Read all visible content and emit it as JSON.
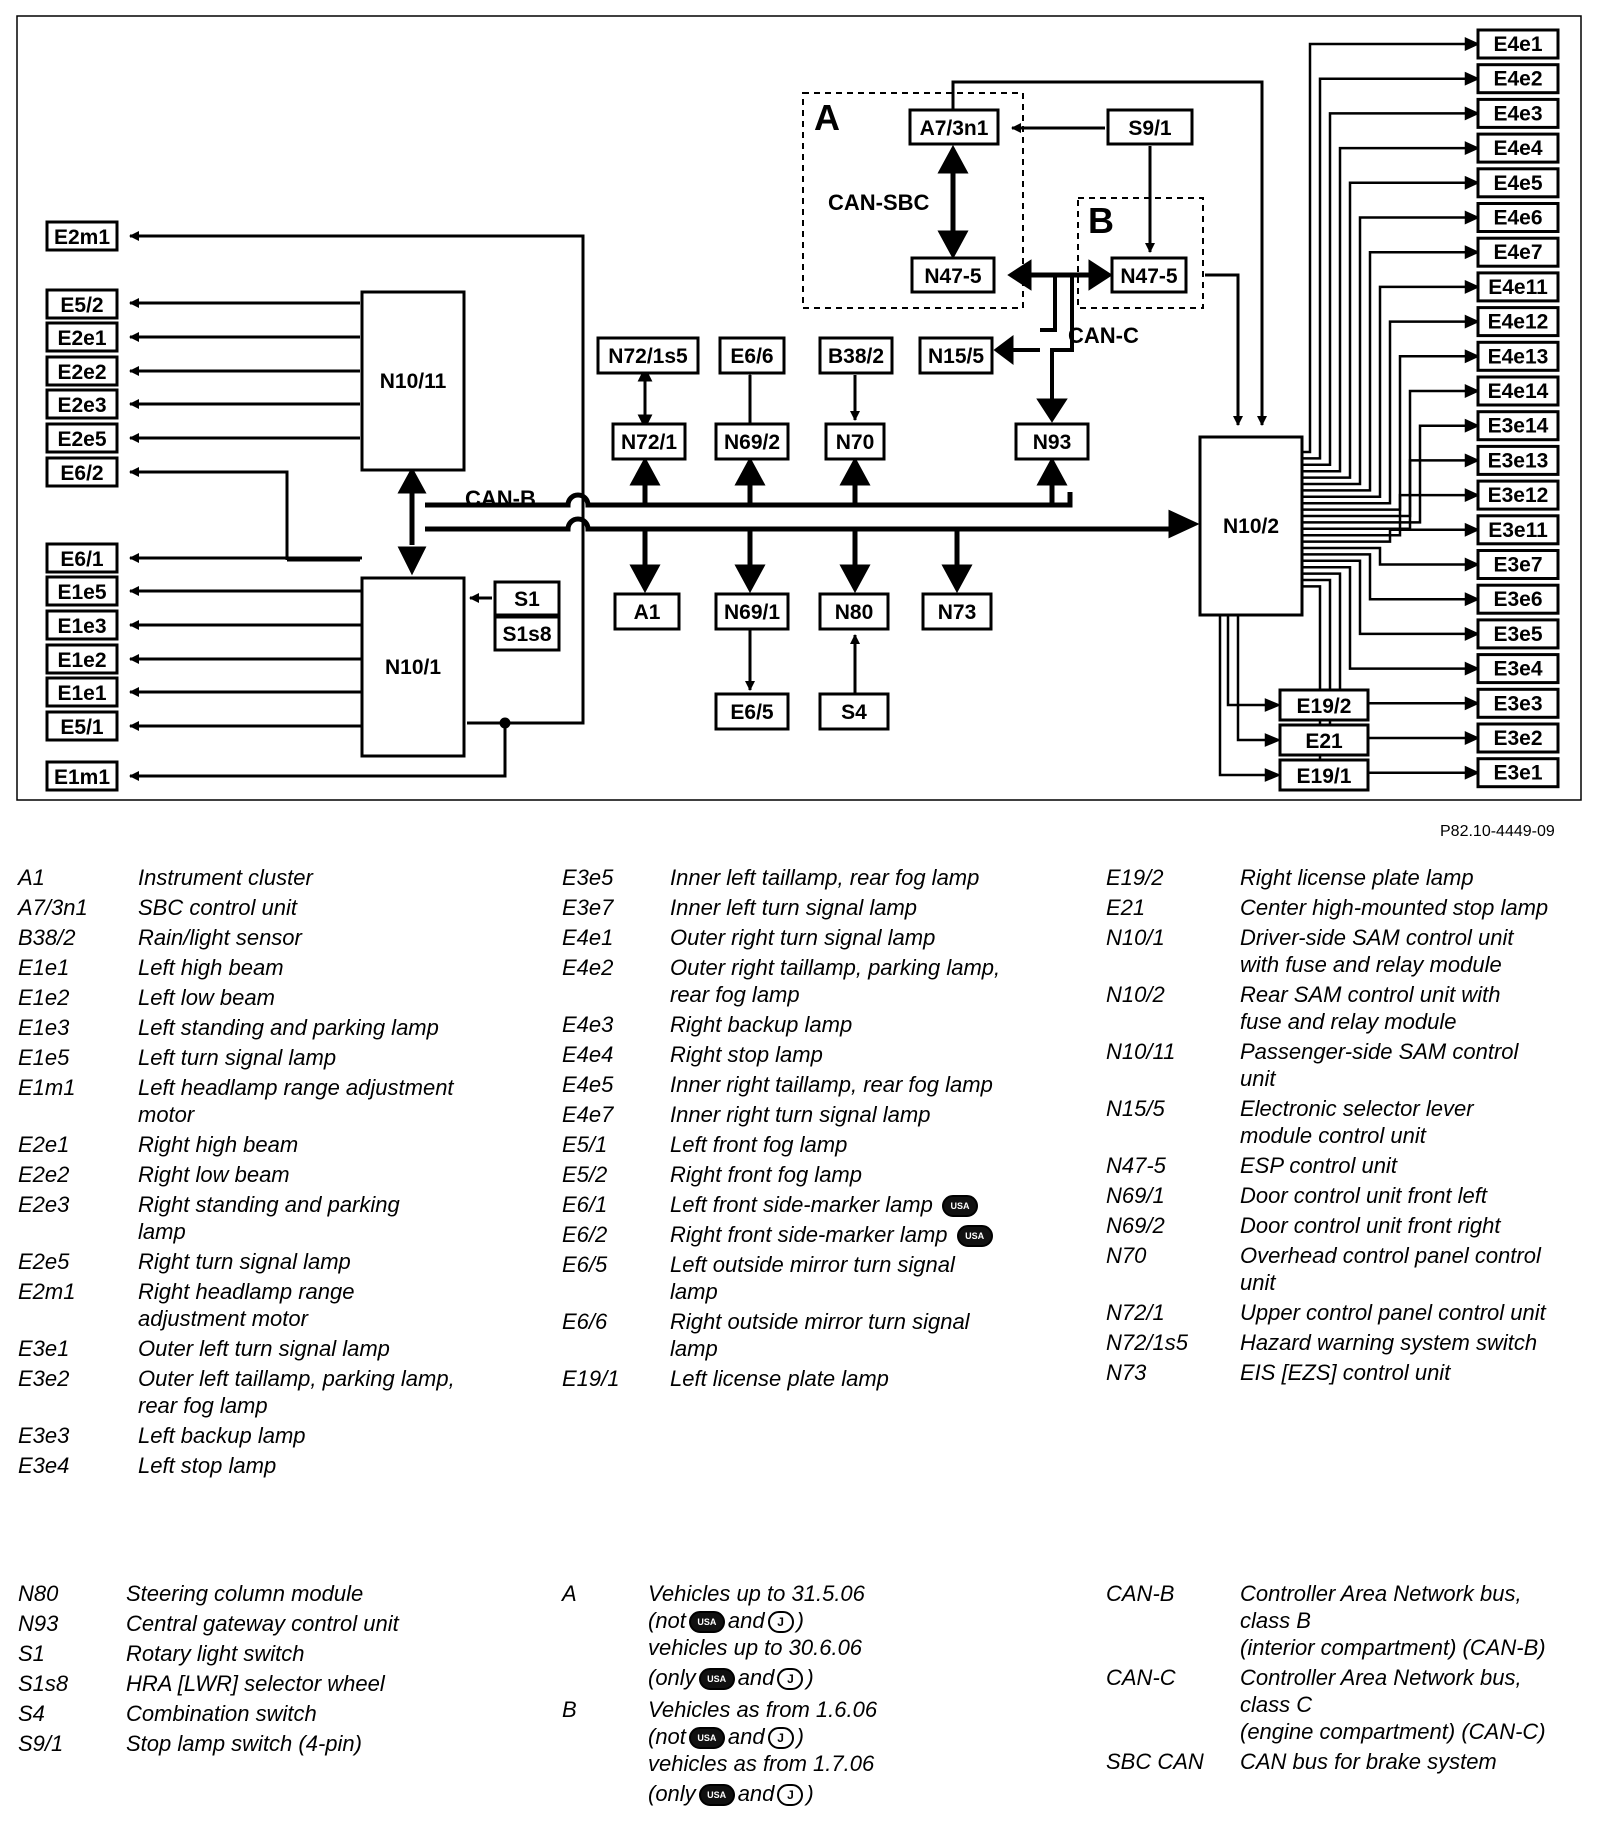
{
  "diagram": {
    "bus_labels": {
      "can_b": "CAN-B",
      "can_c": "CAN-C",
      "can_sbc": "CAN-SBC"
    },
    "groups": {
      "a": "A",
      "b": "B"
    },
    "boxes": {
      "a7_3n1": "A7/3n1",
      "s9_1": "S9/1",
      "n47_5a": "N47-5",
      "n47_5b": "N47-5",
      "e2m1": "E2m1",
      "e5_2": "E5/2",
      "e2e1": "E2e1",
      "e2e2": "E2e2",
      "e2e3": "E2e3",
      "e2e5": "E2e5",
      "e6_2": "E6/2",
      "e6_1": "E6/1",
      "e1e5": "E1e5",
      "e1e3": "E1e3",
      "e1e2": "E1e2",
      "e1e1": "E1e1",
      "e5_1": "E5/1",
      "e1m1": "E1m1",
      "n10_11": "N10/11",
      "n10_1": "N10/1",
      "s1": "S1",
      "s1s8": "S1s8",
      "n72_1s5": "N72/1s5",
      "e6_6": "E6/6",
      "b38_2": "B38/2",
      "n15_5": "N15/5",
      "n72_1": "N72/1",
      "n69_2": "N69/2",
      "n70": "N70",
      "n93": "N93",
      "a1": "A1",
      "n69_1": "N69/1",
      "n80": "N80",
      "n73": "N73",
      "e6_5": "E6/5",
      "s4": "S4",
      "n10_2": "N10/2",
      "e19_2": "E19/2",
      "e21": "E21",
      "e19_1": "E19/1"
    },
    "right_stack": [
      "E4e1",
      "E4e2",
      "E4e3",
      "E4e4",
      "E4e5",
      "E4e6",
      "E4e7",
      "E4e11",
      "E4e12",
      "E4e13",
      "E4e14",
      "E3e14",
      "E3e13",
      "E3e12",
      "E3e11",
      "E3e7",
      "E3e6",
      "E3e5",
      "E3e4",
      "E3e3",
      "E3e2",
      "E3e1"
    ],
    "reference": "P82.10-4449-09"
  },
  "legend": {
    "col1": [
      {
        "code": "A1",
        "desc": "Instrument cluster"
      },
      {
        "code": "A7/3n1",
        "desc": "SBC control unit"
      },
      {
        "code": "B38/2",
        "desc": "Rain/light sensor"
      },
      {
        "code": "E1e1",
        "desc": "Left high beam"
      },
      {
        "code": "E1e2",
        "desc": "Left low beam"
      },
      {
        "code": "E1e3",
        "desc": "Left standing and parking lamp"
      },
      {
        "code": "E1e5",
        "desc": "Left turn signal lamp"
      },
      {
        "code": "E1m1",
        "desc": "Left headlamp range adjustment",
        "desc2": "motor"
      },
      {
        "code": "E2e1",
        "desc": "Right high beam"
      },
      {
        "code": "E2e2",
        "desc": "Right low beam"
      },
      {
        "code": "E2e3",
        "desc": "Right standing and parking",
        "desc2": "lamp"
      },
      {
        "code": "E2e5",
        "desc": "Right turn signal lamp"
      },
      {
        "code": "E2m1",
        "desc": "Right headlamp range",
        "desc2": "adjustment motor"
      },
      {
        "code": "E3e1",
        "desc": "Outer left turn signal lamp"
      },
      {
        "code": "E3e2",
        "desc": "Outer left taillamp, parking lamp,",
        "desc2": "rear fog lamp"
      },
      {
        "code": "E3e3",
        "desc": "Left backup lamp"
      },
      {
        "code": "E3e4",
        "desc": "Left stop lamp"
      }
    ],
    "col2": [
      {
        "code": "E3e5",
        "desc": "Inner left taillamp, rear fog lamp"
      },
      {
        "code": "E3e7",
        "desc": "Inner left turn signal lamp"
      },
      {
        "code": "E4e1",
        "desc": "Outer right turn signal lamp"
      },
      {
        "code": "E4e2",
        "desc": "Outer right taillamp, parking lamp,",
        "desc2": "rear fog lamp"
      },
      {
        "code": "E4e3",
        "desc": "Right backup lamp"
      },
      {
        "code": "E4e4",
        "desc": "Right stop lamp"
      },
      {
        "code": "E4e5",
        "desc": "Inner right taillamp, rear fog lamp"
      },
      {
        "code": "E4e7",
        "desc": "Inner right turn signal lamp"
      },
      {
        "code": "E5/1",
        "desc": "Left front fog lamp"
      },
      {
        "code": "E5/2",
        "desc": "Right front fog lamp"
      },
      {
        "code": "E6/1",
        "desc": "Left front side-marker lamp"
      },
      {
        "code": "E6/2",
        "desc": "Right front side-marker lamp"
      },
      {
        "code": "E6/5",
        "desc": "Left outside mirror turn signal",
        "desc2": "lamp"
      },
      {
        "code": "E6/6",
        "desc": "Right outside mirror turn signal",
        "desc2": "lamp"
      },
      {
        "code": "E19/1",
        "desc": "Left license plate lamp"
      }
    ],
    "col3": [
      {
        "code": "E19/2",
        "desc": "Right license plate lamp"
      },
      {
        "code": "E21",
        "desc": "Center high-mounted stop lamp"
      },
      {
        "code": "N10/1",
        "desc": "Driver-side SAM control unit",
        "desc2": "with fuse and relay module"
      },
      {
        "code": "N10/2",
        "desc": "Rear SAM control unit with",
        "desc2": "fuse and relay module"
      },
      {
        "code": "N10/11",
        "desc": "Passenger-side SAM control",
        "desc2": "unit"
      },
      {
        "code": "N15/5",
        "desc": "Electronic selector lever",
        "desc2": "module control unit"
      },
      {
        "code": "N47-5",
        "desc": "ESP control unit"
      },
      {
        "code": "N69/1",
        "desc": "Door control unit front left"
      },
      {
        "code": "N69/2",
        "desc": "Door control unit front right"
      },
      {
        "code": "N70",
        "desc": "Overhead control panel control",
        "desc2": "unit"
      },
      {
        "code": "N72/1",
        "desc": "Upper control panel control unit"
      },
      {
        "code": "N72/1s5",
        "desc": "Hazard warning system switch"
      },
      {
        "code": "N73",
        "desc": "EIS [EZS] control unit"
      }
    ],
    "col4": [
      {
        "code": "N80",
        "desc": "Steering column module"
      },
      {
        "code": "N93",
        "desc": "Central gateway control unit"
      },
      {
        "code": "S1",
        "desc": "Rotary light switch"
      },
      {
        "code": "S1s8",
        "desc": "HRA [LWR] selector wheel"
      },
      {
        "code": "S4",
        "desc": "Combination switch"
      },
      {
        "code": "S9/1",
        "desc": "Stop lamp switch (4-pin)"
      }
    ],
    "col5": [
      {
        "code": "A",
        "l1": "Vehicles up to 31.5.06",
        "l2a": "(not",
        "l2b": "and",
        "l2c": ")",
        "l3": "vehicles up to 30.6.06",
        "l4a": "(only",
        "l4b": "and",
        "l4c": ")"
      },
      {
        "code": "B",
        "l1": "Vehicles as from 1.6.06",
        "l2a": "(not",
        "l2b": "and",
        "l2c": ")",
        "l3": "vehicles as from 1.7.06",
        "l4a": "(only",
        "l4b": "and",
        "l4c": ")"
      }
    ],
    "col6": [
      {
        "code": "CAN-B",
        "desc": "Controller Area Network bus,",
        "desc2": "class B",
        "desc3": "(interior compartment) (CAN-B)"
      },
      {
        "code": "CAN-C",
        "desc": "Controller Area Network bus,",
        "desc2": "class C",
        "desc3": "(engine compartment) (CAN-C)"
      },
      {
        "code": "SBC CAN",
        "desc": "CAN bus for brake system"
      }
    ],
    "badges": {
      "usa": "USA",
      "j": "J"
    }
  }
}
